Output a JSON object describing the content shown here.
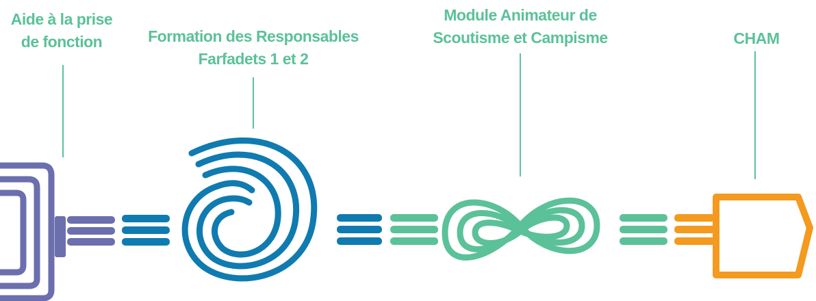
{
  "steps": [
    {
      "line1": "Aide à la prise",
      "line2": "de fonction",
      "color": "#6b6fae",
      "icon": "bracket-knot-icon"
    },
    {
      "line1": "Formation des Responsables",
      "line2": "Farfadets 1 et 2",
      "color": "#0f7bb0",
      "icon": "spiral-knot-icon"
    },
    {
      "line1": "Module Animateur de",
      "line2": "Scoutisme et Campisme",
      "color": "#5bc199",
      "icon": "infinity-knot-icon"
    },
    {
      "line1": "CHAM",
      "line2": "",
      "color": "#f39a1f",
      "icon": "pentagon-knot-icon"
    }
  ],
  "label_color": "#5bc199"
}
